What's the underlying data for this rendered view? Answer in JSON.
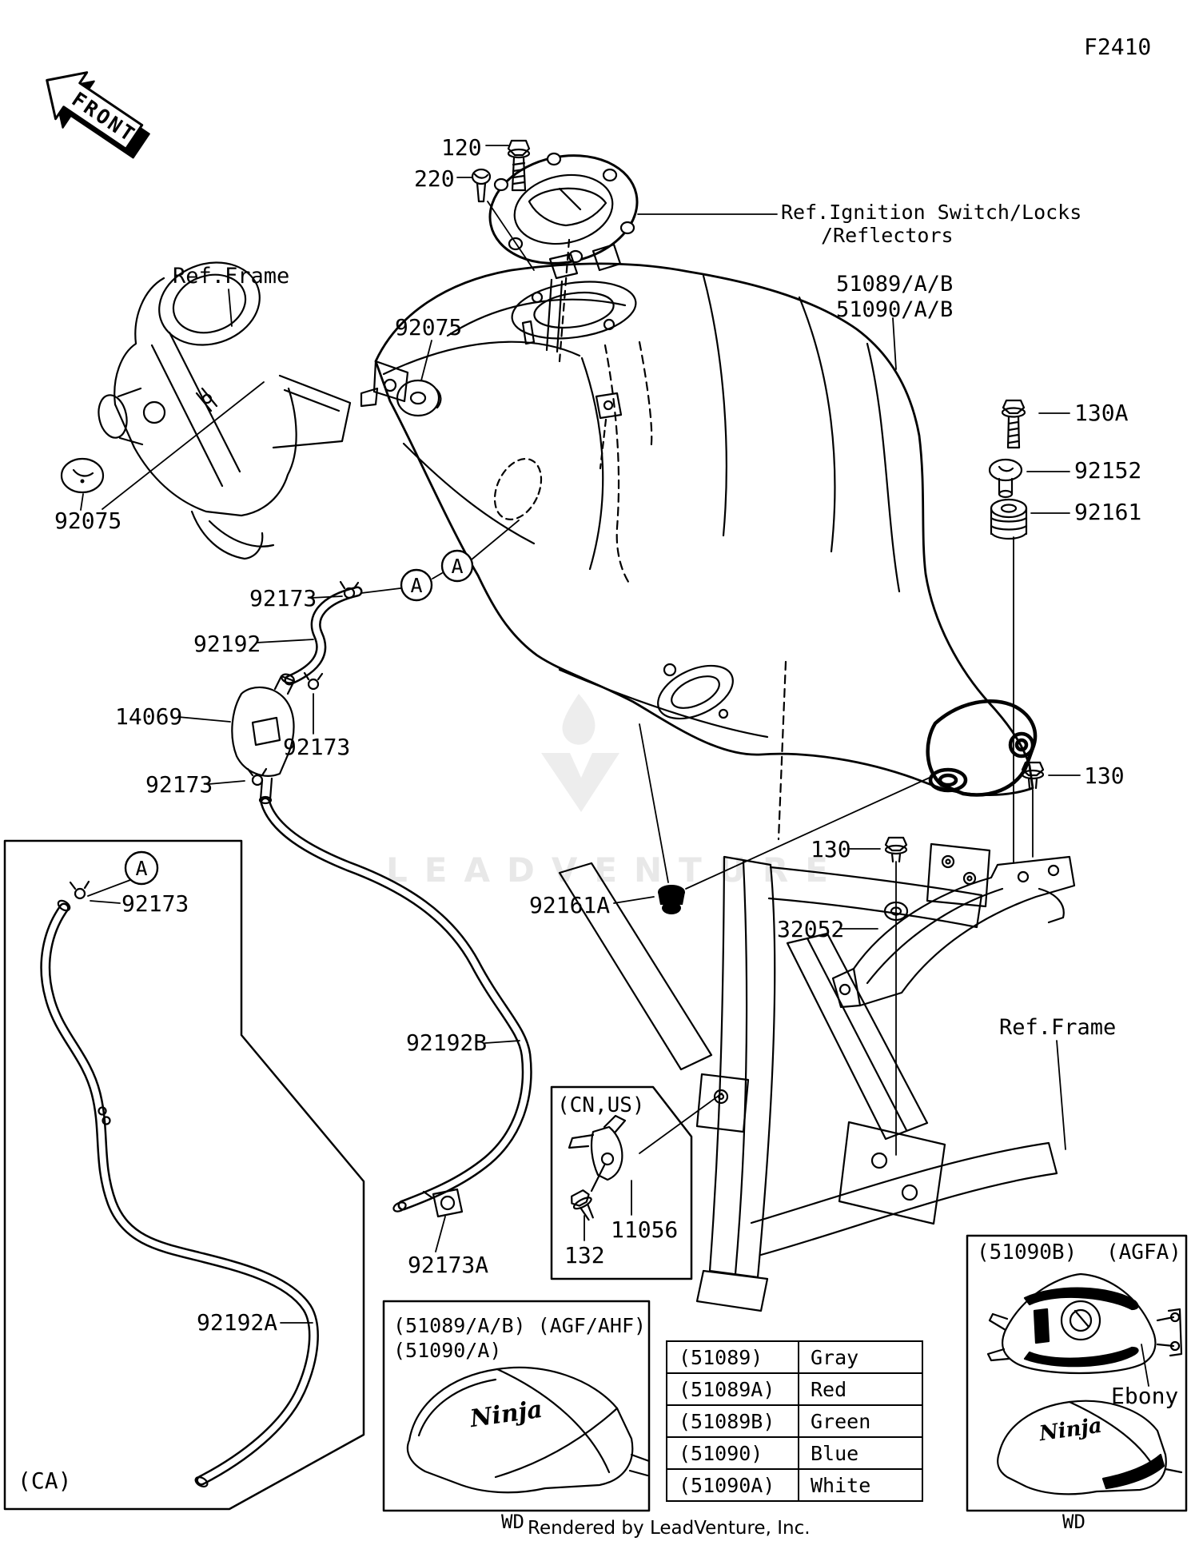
{
  "page": {
    "figure_code": "F2410",
    "front_marker": "FRONT"
  },
  "watermark": {
    "text": "LEADVENTURE",
    "color": "#e8e8e8"
  },
  "callouts": {
    "bolt_120": "120",
    "screw_220": "220",
    "ref_ignition_1": "Ref.Ignition Switch/Locks",
    "ref_ignition_2": "/Reflectors",
    "tank_code_1": "51089/A/B",
    "tank_code_2": "51090/A/B",
    "ref_frame_top": "Ref.Frame",
    "roller_92075_right": "92075",
    "cap_92075_left": "92075",
    "bolt_130a": "130A",
    "damper_92152": "92152",
    "grommet_92161": "92161",
    "clamp_92173_top": "92173",
    "hose_92192": "92192",
    "canister_14069": "14069",
    "clamp_92173_mid": "92173",
    "clamp_92173_low": "92173",
    "grommet_92161a": "92161A",
    "bolt_130_left": "130",
    "bolt_130_right": "130",
    "bracket_32052": "32052",
    "ref_frame_bottom": "Ref.Frame",
    "hose_92192b": "92192B",
    "clamp_92173a": "92173A",
    "marker_a": "A"
  },
  "cn_us_inset": {
    "region": "(CN,US)",
    "bracket_11056": "11056",
    "bolt_132": "132"
  },
  "ca_inset": {
    "region": "(CA)",
    "marker_a": "A",
    "clamp_92173": "92173",
    "hose_92192a": "92192A"
  },
  "variant_inset": {
    "line1": "(51089/A/B) (AGF/AHF)",
    "line2": "(51090/A)",
    "logo": "Ninja"
  },
  "color_table": {
    "rows": [
      {
        "code": "(51089)",
        "color": "Gray"
      },
      {
        "code": "(51089A)",
        "color": "Red"
      },
      {
        "code": "(51089B)",
        "color": "Green"
      },
      {
        "code": "(51090)",
        "color": "Blue"
      },
      {
        "code": "(51090A)",
        "color": "White"
      }
    ]
  },
  "ebony_inset": {
    "code": "(51090B)",
    "variant": "(AGFA)",
    "color_label": "Ebony",
    "logo": "Ninja",
    "footnote": "WD"
  },
  "footer": {
    "footnote": "WD",
    "rendered_by": "Rendered by LeadVenture, Inc."
  }
}
